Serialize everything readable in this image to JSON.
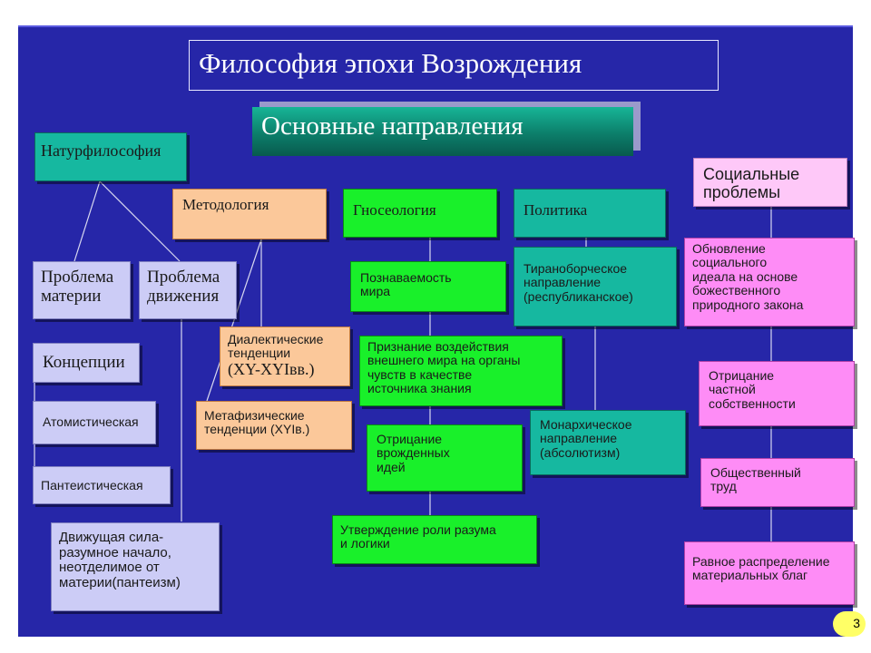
{
  "title": "Философия эпохи Возрождения",
  "subtitle": "Основные направления",
  "nodes": {
    "naturphilosophy": "Натурфилософия",
    "methodology": "Методология",
    "gnoseology": "Гносеология",
    "politics": "Политика",
    "social": "Социальные\nпроблемы",
    "matter_problem": "Проблема\nматерии",
    "motion_problem": "Проблема\nдвижения",
    "concepts": "Концепции",
    "atomistic": "Атомистическая",
    "pantheistic": "Пантеистическая",
    "moving_force": "Движущая сила-\nразумное начало,\nнеотделимое от\nматерии(пантеизм)",
    "dialectic_1": "Диалектические\nтенденции",
    "dialectic_2": "(XY-XYIвв.)",
    "metaphysic": "Метафизические\nтенденции (XYIв.)",
    "knowability": "Познаваемость\nмира",
    "recognition": "Признание воздействия\nвнешнего мира на органы\nчувств в качестве\n источника  знания",
    "denial_innate": "Отрицание\nврожденных\nидей",
    "affirmation": "Утверждение роли разума\nи логики",
    "tyrannomachic": "Тираноборческое\nнаправление\n(республиканское)",
    "monarchic": "Монархическое\n направление\n(абсолютизм)",
    "renewal": "Обновление\nсоциального\nидеала на основе\nбожественного\nприродного закона",
    "denial_property": "Отрицание\nчастной\nсобственности",
    "labor": "Общественный\nтруд",
    "equal_distribution": "Равное распределение\nматериальных благ"
  },
  "page_number": "3",
  "colors": {
    "background": "#2626a8",
    "teal": "#16b8a0",
    "lavender": "#ccccf6",
    "peach": "#fbc89a",
    "green": "#19f02a",
    "pink": "#fe8cf6"
  }
}
